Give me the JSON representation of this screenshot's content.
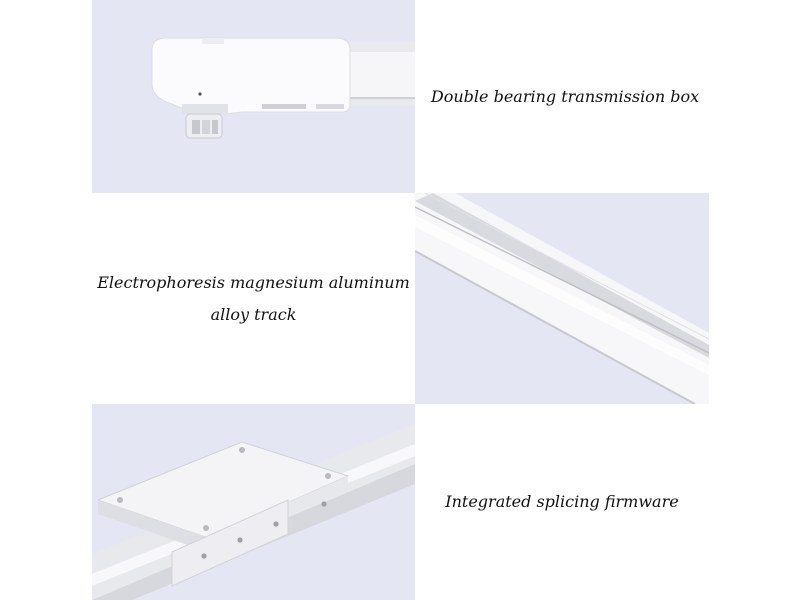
{
  "rows": [
    {
      "caption_lines": [
        "Double bearing transmission box"
      ],
      "image": "transmission-box"
    },
    {
      "caption_lines": [
        "Electrophoresis magnesium aluminum",
        "alloy track"
      ],
      "image": "aluminum-track"
    },
    {
      "caption_lines": [
        "Integrated splicing firmware"
      ],
      "image": "splicing-firmware"
    }
  ],
  "colors": {
    "panel_background": "#e5e6f4",
    "device_white": "#fbfbfd",
    "track_grey": "#e9eaee"
  }
}
